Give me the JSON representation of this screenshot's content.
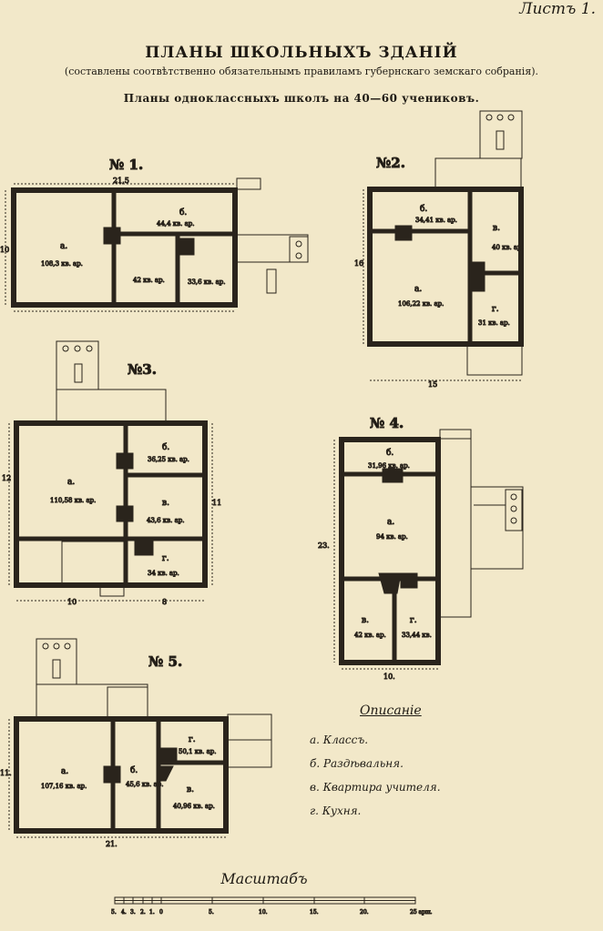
{
  "header": {
    "sheet_label": "Листъ 1.",
    "title": "ПЛАНЫ ШКОЛЬНЫХЪ ЗДАНІЙ",
    "subtitle": "(составлены соотвѣтственно обязательнымъ правиламъ губернскаго земскаго собранія).",
    "subheading": "Планы одноклассныхъ школъ на 40—60 учениковъ."
  },
  "plans": [
    {
      "label": "№ 1.",
      "dims": [
        "21,5",
        "10"
      ],
      "rooms": [
        {
          "letter": "а.",
          "area": "108,3 кв. ар."
        },
        {
          "letter": "б.",
          "area": "44,4 кв. ар."
        },
        {
          "letter": "",
          "area": "42 кв. ар."
        },
        {
          "letter": "",
          "area": "33,6 кв. ар."
        }
      ]
    },
    {
      "label": "№2.",
      "dims": [
        "16",
        "15"
      ],
      "rooms": [
        {
          "letter": "б.",
          "area": "34,41 кв. ар."
        },
        {
          "letter": "в.",
          "area": "40 кв. ар."
        },
        {
          "letter": "а.",
          "area": "106,22 кв. ар."
        },
        {
          "letter": "г.",
          "area": "31 кв. ар."
        }
      ]
    },
    {
      "label": "№3.",
      "dims": [
        "12",
        "11",
        "10",
        "8"
      ],
      "rooms": [
        {
          "letter": "а.",
          "area": "110,58 кв. ар."
        },
        {
          "letter": "б.",
          "area": "36,25 кв. ар."
        },
        {
          "letter": "в.",
          "area": "43,6 кв. ар."
        },
        {
          "letter": "г.",
          "area": "34 кв. ар."
        }
      ]
    },
    {
      "label": "№ 4.",
      "dims": [
        "23.",
        "10."
      ],
      "rooms": [
        {
          "letter": "б.",
          "area": "31,96 кв. ар."
        },
        {
          "letter": "а.",
          "area": "94 кв. ар."
        },
        {
          "letter": "в.",
          "area": "42 кв. ар."
        },
        {
          "letter": "г.",
          "area": "33,44 кв."
        }
      ]
    },
    {
      "label": "№ 5.",
      "dims": [
        "11.",
        "21."
      ],
      "rooms": [
        {
          "letter": "а.",
          "area": "107,16 кв. ар."
        },
        {
          "letter": "б.",
          "area": "45,6 кв. ар."
        },
        {
          "letter": "г.",
          "area": "50,1 кв. ар."
        },
        {
          "letter": "в.",
          "area": "40,96 кв. ар."
        }
      ]
    }
  ],
  "legend": {
    "title": "Описаніе",
    "items": [
      "а. Классъ.",
      "б. Раздѣвальня.",
      "в. Квартира учителя.",
      "г. Кухня."
    ]
  },
  "scale": {
    "title": "Масштабъ",
    "ticks": [
      "5.",
      "4.",
      "3.",
      "2.",
      "1.",
      "0",
      "5.",
      "10.",
      "15.",
      "20.",
      "25 арш."
    ]
  }
}
